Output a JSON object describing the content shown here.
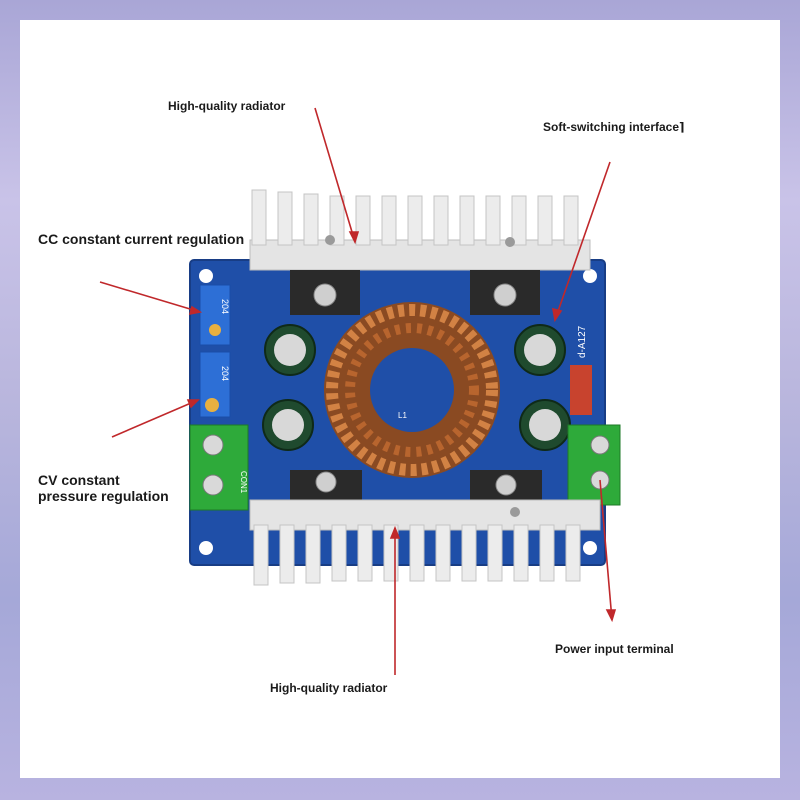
{
  "labels": {
    "radiator_top": "High-quality radiator",
    "soft_switching": "Soft-switching interface",
    "cc_regulation": "CC constant current regulation",
    "cv_line1": "CV constant",
    "cv_line2": "pressure regulation",
    "power_input": "Power input terminal",
    "radiator_bottom": "High-quality radiator"
  },
  "board_text": {
    "pot_top": "204",
    "pot_bottom": "204",
    "board_model": "d-A127",
    "con_label": "CON1",
    "inductor_mark": "L1"
  },
  "colors": {
    "pcb": "#1f4fa8",
    "heatsink": "#e6e6e6",
    "terminal": "#2eaa3a",
    "arrow": "#c0282b",
    "copper": "#c0703a"
  }
}
